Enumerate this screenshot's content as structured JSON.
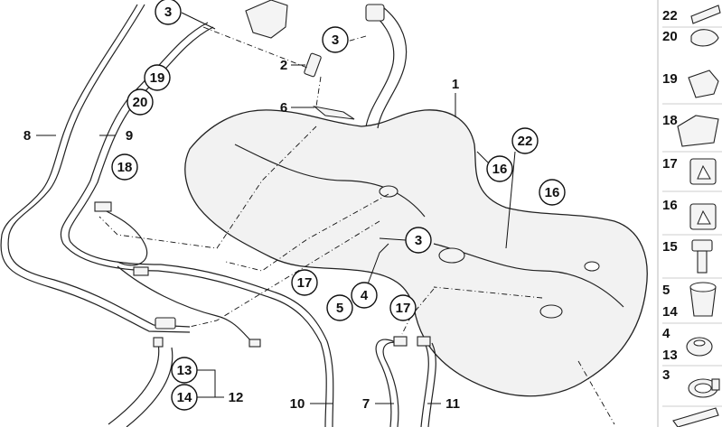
{
  "callouts": {
    "c1": "1",
    "c2": "2",
    "c3a": "3",
    "c3b": "3",
    "c3c": "3",
    "c4": "4",
    "c5": "5",
    "c6": "6",
    "c7": "7",
    "c8": "8",
    "c9": "9",
    "c10": "10",
    "c11": "11",
    "c12": "12",
    "c13": "13",
    "c14": "14",
    "c16a": "16",
    "c16b": "16",
    "c17a": "17",
    "c17b": "17",
    "c18": "18",
    "c19": "19",
    "c20": "20",
    "c22": "22"
  },
  "sidebar": {
    "items": [
      "22",
      "20",
      "19",
      "18",
      "17",
      "16",
      "15",
      "5",
      "14",
      "4",
      "13",
      "3"
    ]
  }
}
